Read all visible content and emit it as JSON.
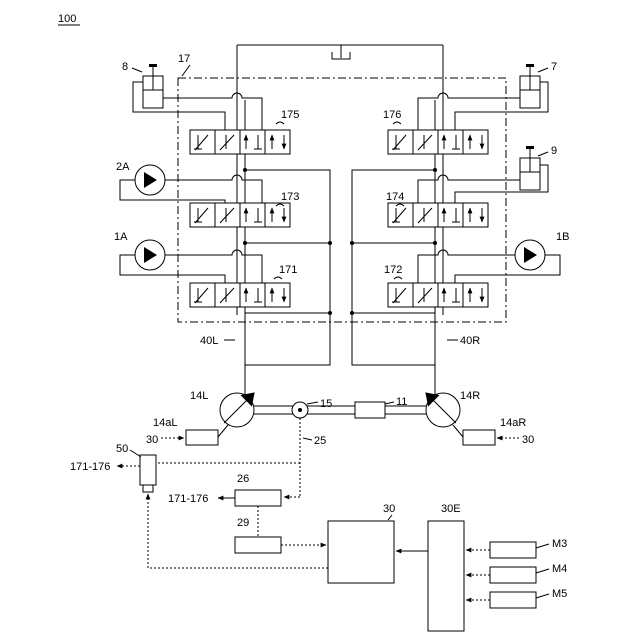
{
  "figure": {
    "ref_label": "100",
    "labels": {
      "cyl8": "8",
      "cyl7": "7",
      "cyl9": "9",
      "frame17": "17",
      "motor2A": "2A",
      "motor1A": "1A",
      "motor1B": "1B",
      "v175": "175",
      "v176": "176",
      "v173": "173",
      "v174": "174",
      "v171": "171",
      "v172": "172",
      "line40L": "40L",
      "line40R": "40R",
      "pump14L": "14L",
      "pump14R": "14R",
      "sensor15": "15",
      "engine11": "11",
      "reg14aL": "14aL",
      "reg14aR": "14aR",
      "sig30_left": "30",
      "sig30_right": "30",
      "line25": "25",
      "valve50": "50",
      "out50": "171-176",
      "valve26": "26",
      "out26": "171-176",
      "unit29": "29",
      "controller30": "30",
      "unit30E": "30E",
      "m3": "M3",
      "m4": "M4",
      "m5": "M5"
    }
  }
}
